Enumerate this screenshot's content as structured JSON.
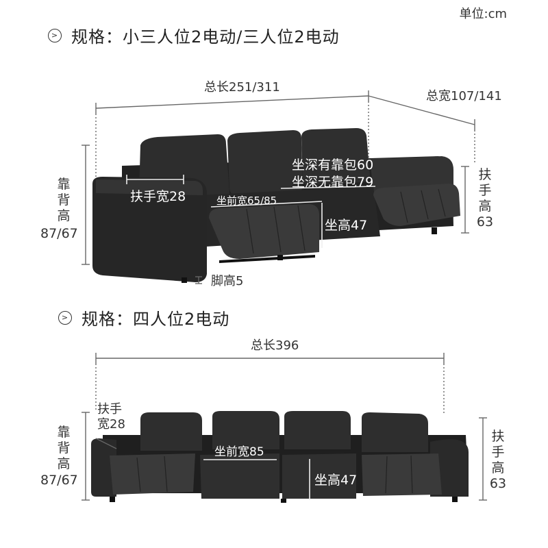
{
  "unit": "单位:cm",
  "spec1": {
    "title": "规格：小三人位2电动/三人位2电动",
    "total_length": "总长251/311",
    "total_width": "总宽107/141",
    "back_height": [
      "靠",
      "背",
      "高",
      "87/67"
    ],
    "armrest_width": "扶手宽28",
    "seat_depth_with": "坐深有靠包60",
    "seat_depth_without": "坐深无靠包79",
    "seat_front_width": "坐前宽65/85",
    "seat_height": "坐高47",
    "armrest_height": [
      "扶",
      "手",
      "高",
      "63"
    ],
    "leg_height": "脚高5"
  },
  "spec2": {
    "title": "规格：四人位2电动",
    "total_length": "总长396",
    "armrest_width": [
      "扶手",
      "宽28"
    ],
    "back_height": [
      "靠",
      "背",
      "高",
      "87/67"
    ],
    "seat_front_width": "坐前宽85",
    "seat_height": "坐高47",
    "armrest_height": [
      "扶",
      "手",
      "高",
      "63"
    ]
  },
  "colors": {
    "sofa": "#2a2a2a",
    "sofa_dark": "#161616",
    "sofa_light": "#3b3b3b",
    "line": "#666666"
  },
  "icons": [
    "circle-arrow-icon"
  ]
}
